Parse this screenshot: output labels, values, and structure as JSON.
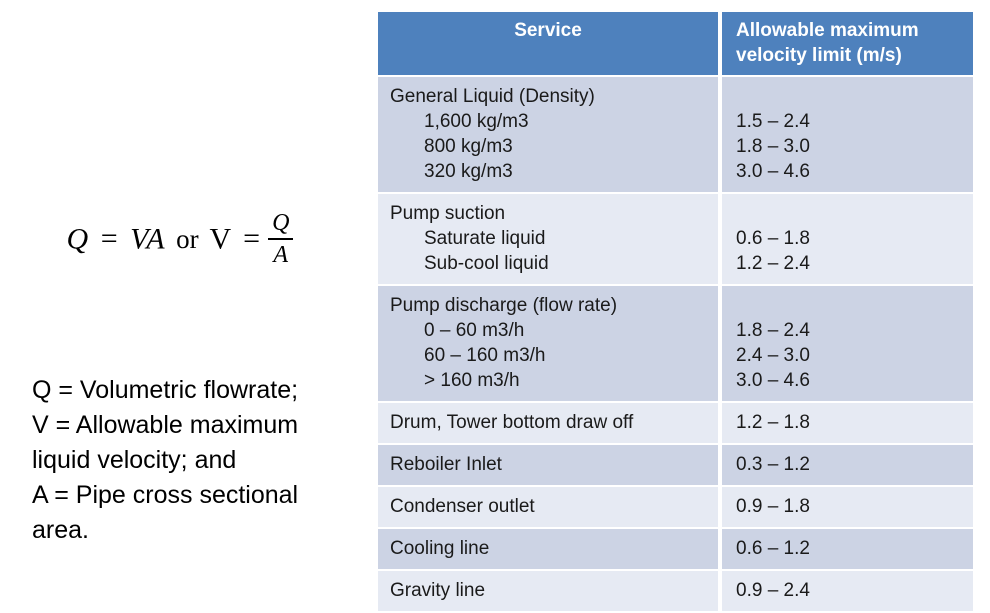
{
  "equation": {
    "q": "Q",
    "eq1": "=",
    "v": "V",
    "a": "A",
    "connector": "or",
    "v2": "V",
    "eq2": "=",
    "frac_num": "Q",
    "frac_den": "A"
  },
  "legend": {
    "lines": [
      "Q = Volumetric flowrate;",
      "V = Allowable maximum",
      "liquid velocity; and",
      "A = Pipe cross sectional",
      "area."
    ]
  },
  "table": {
    "headers": {
      "service": "Service",
      "limit_line1": "Allowable maximum",
      "limit_line2": "velocity limit (m/s)"
    },
    "colors": {
      "header_bg": "#4E81BD",
      "header_text": "#FFFFFF",
      "band_dark": "#CCD3E4",
      "band_light": "#E6EAF3",
      "grid": "#FFFFFF"
    },
    "rows": [
      {
        "band": "dark",
        "service_lines": [
          {
            "text": "General Liquid (Density)",
            "indent": false
          },
          {
            "text": "1,600 kg/m3",
            "indent": true
          },
          {
            "text": "800 kg/m3",
            "indent": true
          },
          {
            "text": "320 kg/m3",
            "indent": true
          }
        ],
        "limit_lines": [
          {
            "text": "",
            "spacer": true
          },
          {
            "text": "1.5 – 2.4"
          },
          {
            "text": "1.8 – 3.0"
          },
          {
            "text": "3.0 – 4.6"
          }
        ]
      },
      {
        "band": "light",
        "service_lines": [
          {
            "text": "Pump suction",
            "indent": false
          },
          {
            "text": "Saturate liquid",
            "indent": true
          },
          {
            "text": "Sub-cool liquid",
            "indent": true
          }
        ],
        "limit_lines": [
          {
            "text": "",
            "spacer": true
          },
          {
            "text": "0.6 – 1.8"
          },
          {
            "text": "1.2 – 2.4"
          }
        ]
      },
      {
        "band": "dark",
        "service_lines": [
          {
            "text": "Pump discharge (flow rate)",
            "indent": false
          },
          {
            "text": "0 – 60 m3/h",
            "indent": true
          },
          {
            "text": "60 – 160 m3/h",
            "indent": true
          },
          {
            "text": "> 160 m3/h",
            "indent": true
          }
        ],
        "limit_lines": [
          {
            "text": "",
            "spacer": true
          },
          {
            "text": "1.8 – 2.4"
          },
          {
            "text": "2.4 – 3.0"
          },
          {
            "text": "3.0 – 4.6"
          }
        ]
      },
      {
        "band": "light",
        "service_lines": [
          {
            "text": "Drum, Tower bottom draw off",
            "indent": false
          }
        ],
        "limit_lines": [
          {
            "text": "1.2 – 1.8"
          }
        ]
      },
      {
        "band": "dark",
        "service_lines": [
          {
            "text": "Reboiler Inlet",
            "indent": false
          }
        ],
        "limit_lines": [
          {
            "text": "0.3 – 1.2"
          }
        ]
      },
      {
        "band": "light",
        "service_lines": [
          {
            "text": "Condenser outlet",
            "indent": false
          }
        ],
        "limit_lines": [
          {
            "text": "0.9 – 1.8"
          }
        ]
      },
      {
        "band": "dark",
        "service_lines": [
          {
            "text": "Cooling line",
            "indent": false
          }
        ],
        "limit_lines": [
          {
            "text": "0.6 – 1.2"
          }
        ]
      },
      {
        "band": "light",
        "service_lines": [
          {
            "text": "Gravity line",
            "indent": false
          }
        ],
        "limit_lines": [
          {
            "text": "0.9 – 2.4"
          }
        ]
      }
    ]
  }
}
